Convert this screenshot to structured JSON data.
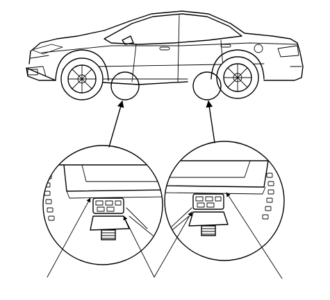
{
  "figure": {
    "subject": "sedan-side-view-with-jack-lift-points",
    "callouts": [
      {
        "name": "front-lift-point-detail",
        "target": "front-jack-pad"
      },
      {
        "name": "rear-lift-point-detail",
        "target": "rear-jack-pad"
      }
    ],
    "leader_count": 3,
    "colors": {
      "ink": "#000000",
      "paper": "#ffffff"
    }
  }
}
